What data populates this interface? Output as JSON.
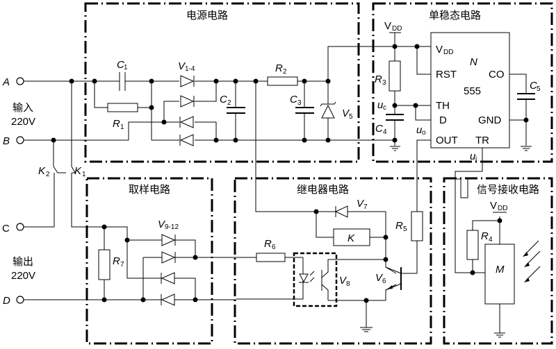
{
  "blocks": {
    "power": "电源电路",
    "monostable": "单稳态电路",
    "sampling": "取样电路",
    "relay": "继电器电路",
    "receiver": "信号接收电路"
  },
  "terminals": {
    "A": "A",
    "B": "B",
    "C": "C",
    "D": "D",
    "input_label": "输入",
    "input_voltage": "220V",
    "output_label": "输出",
    "output_voltage": "220V"
  },
  "components": {
    "C1": {
      "main": "C",
      "sub": "1"
    },
    "R1": {
      "main": "R",
      "sub": "1"
    },
    "V1_4": {
      "main": "V",
      "sub": "1-4"
    },
    "C2": {
      "main": "C",
      "sub": "2"
    },
    "R2": {
      "main": "R",
      "sub": "2"
    },
    "C3": {
      "main": "C",
      "sub": "3"
    },
    "V5": {
      "main": "V",
      "sub": "5"
    },
    "R3": {
      "main": "R",
      "sub": "3"
    },
    "C4": {
      "main": "C",
      "sub": "4"
    },
    "C5": {
      "main": "C",
      "sub": "5"
    },
    "R4": {
      "main": "R",
      "sub": "4"
    },
    "R5": {
      "main": "R",
      "sub": "5"
    },
    "R6": {
      "main": "R",
      "sub": "6"
    },
    "R7": {
      "main": "R",
      "sub": "7"
    },
    "V6": {
      "main": "V",
      "sub": "6"
    },
    "V7": {
      "main": "V",
      "sub": "7"
    },
    "V8": {
      "main": "V",
      "sub": "8"
    },
    "V9_12": {
      "main": "V",
      "sub": "9-12"
    },
    "K": "K",
    "K1": {
      "main": "K",
      "sub": "1"
    },
    "K2": {
      "main": "K",
      "sub": "2"
    },
    "M": "M"
  },
  "ic555": {
    "name": "N",
    "part": "555",
    "pins": {
      "vdd_main": "V",
      "vdd_sub": "DD",
      "rst": "RST",
      "co": "CO",
      "th": "TH",
      "d": "D",
      "gnd": "GND",
      "out": "OUT",
      "tr": "TR"
    }
  },
  "supply": {
    "vdd_main": "V",
    "vdd_sub": "DD"
  },
  "signals": {
    "uc": {
      "main": "u",
      "sub": "c"
    },
    "uo": {
      "main": "u",
      "sub": "o"
    },
    "ui": {
      "main": "u",
      "sub": "i"
    }
  }
}
